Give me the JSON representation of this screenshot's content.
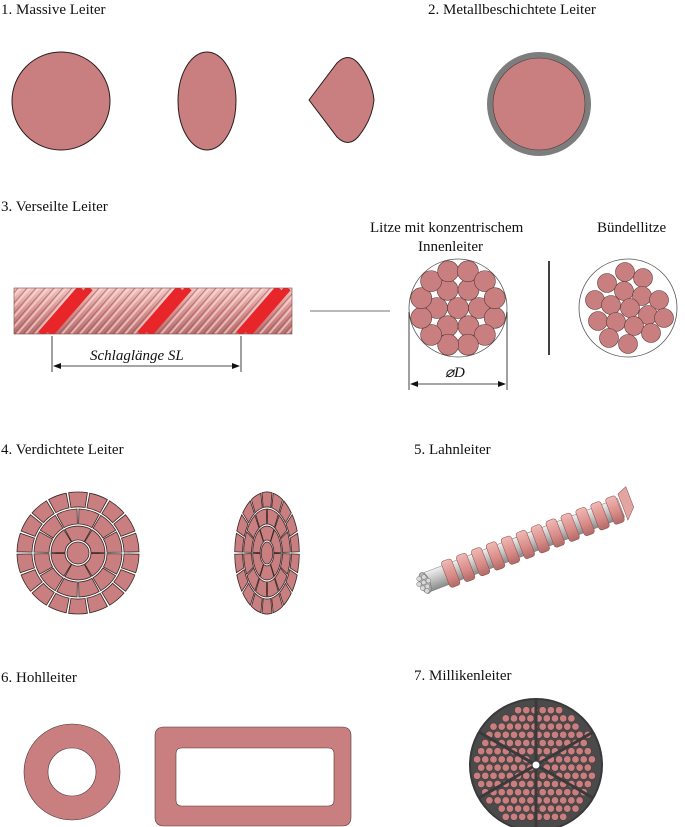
{
  "colors": {
    "conductor_fill": "#c97f80",
    "conductor_stroke": "#3a2a2a",
    "coating": "#7d7d7d",
    "highlight_strand": "#e8262a",
    "strand_light": "#e6a6a2",
    "silver": "#c7c7c7"
  },
  "sections": [
    {
      "title": "1. Massive Leiter"
    },
    {
      "title": "2. Metallbeschichtete Leiter"
    },
    {
      "title": "3. Verseilte Leiter"
    },
    {
      "title": "4. Verdichtete Leiter"
    },
    {
      "title": "5. Lahnleiter"
    },
    {
      "title": "6. Hohlleiter"
    },
    {
      "title": "7. Millikenleiter"
    }
  ],
  "stranded": {
    "concentric_label": "Litze mit konzentrischem Innenleiter",
    "concentric_label_line1": "Litze mit konzentrischem",
    "concentric_label_line2": "Innenleiter",
    "bundle_label": "Bündellitze",
    "lay_length_label": "Schlaglänge SL",
    "diameter_label": "⌀D"
  }
}
